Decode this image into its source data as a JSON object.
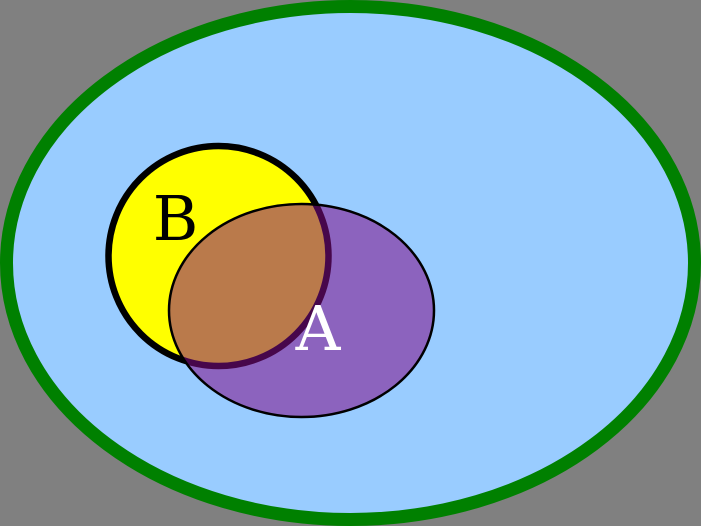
{
  "diagram": {
    "type": "euler-venn-diagram",
    "background_color": "#808080",
    "universe": {
      "fill": "#99ccff",
      "border_color": "#008000"
    },
    "set_b": {
      "label": "B",
      "label_color": "#000000",
      "fill": "#ffff00",
      "border_color": "#000000"
    },
    "set_a": {
      "label": "A",
      "label_color": "#ffffff",
      "fill": "#810d89",
      "fill_opacity": "0.55",
      "border_color": "#000000"
    },
    "overlap_color": "#b9794a"
  }
}
